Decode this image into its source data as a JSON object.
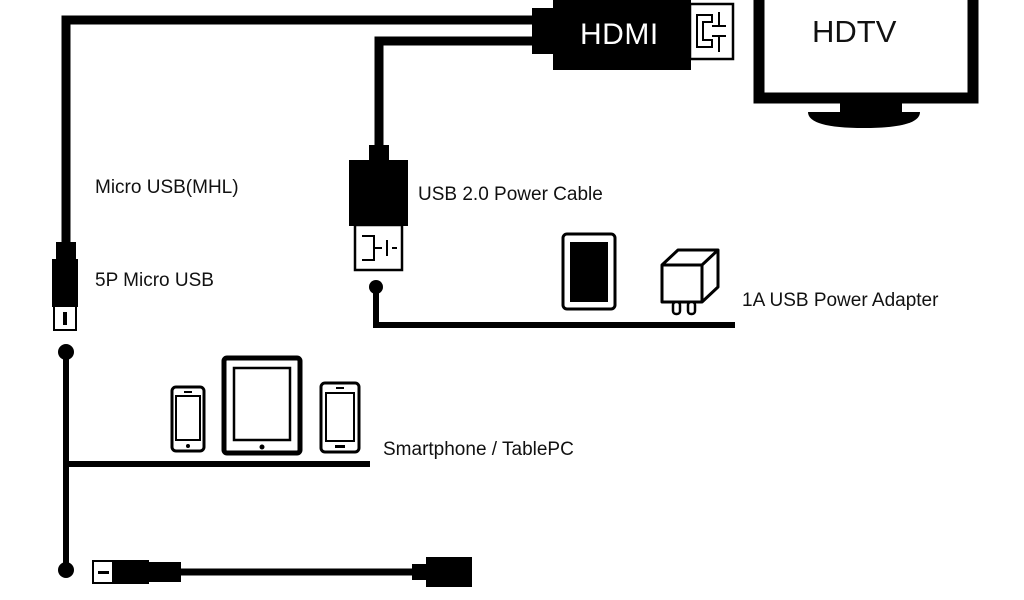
{
  "colors": {
    "line": "#000000",
    "background": "#ffffff",
    "hdmi_text": "#ffffff"
  },
  "labels": {
    "hdmi": "HDMI",
    "hdtv": "HDTV",
    "micro_usb_mhl": "Micro USB(MHL)",
    "five_pin_micro_usb": "5P Micro USB",
    "usb_power_cable": "USB 2.0 Power Cable",
    "power_adapter": "1A USB  Power Adapter",
    "smartphone_tablet": "Smartphone / TablePC"
  },
  "icons": {
    "hdmi_plug": "hdmi-connector-icon",
    "tv": "tv-icon",
    "usb_plug": "usb-connector-icon",
    "micro_usb_plug": "micro-usb-connector-icon",
    "adapter": "wall-adapter-icon",
    "phone": "smartphone-icon",
    "tablet": "tablet-icon"
  }
}
